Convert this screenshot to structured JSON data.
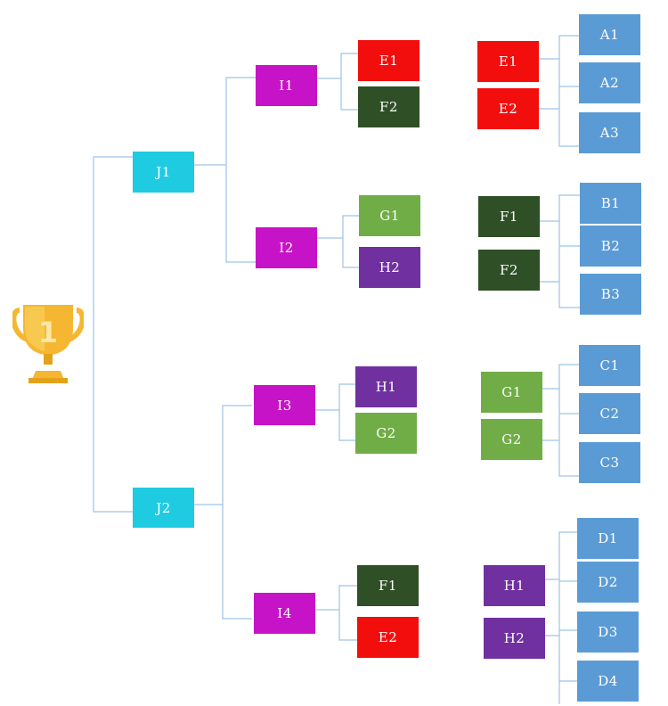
{
  "colors": {
    "blue": "#5b9bd5",
    "cyan": "#1ecbe1",
    "magenta": "#c713c7",
    "red": "#f30e0e",
    "dark_green": "#2f4f26",
    "light_green": "#70ad47",
    "purple": "#7030a0",
    "connector": "#9dc3e6",
    "trophy_gold": "#f5b731"
  },
  "trophy": {
    "icon": "trophy-icon",
    "number": "1"
  },
  "final": {
    "j1": "J1",
    "j2": "J2"
  },
  "semis": {
    "i1": "I1",
    "i2": "I2",
    "i3": "I3",
    "i4": "I4"
  },
  "quarters": {
    "i1": [
      "E1",
      "F2"
    ],
    "i2": [
      "G1",
      "H2"
    ],
    "i3": [
      "H1",
      "G2"
    ],
    "i4": [
      "F1",
      "E2"
    ]
  },
  "groups": {
    "e": {
      "winners": [
        "E1",
        "E2"
      ],
      "teams": [
        "A1",
        "A2",
        "A3"
      ]
    },
    "f": {
      "winners": [
        "F1",
        "F2"
      ],
      "teams": [
        "B1",
        "B2",
        "B3"
      ]
    },
    "g": {
      "winners": [
        "G1",
        "G2"
      ],
      "teams": [
        "C1",
        "C2",
        "C3"
      ]
    },
    "h": {
      "winners": [
        "H1",
        "H2"
      ],
      "teams": [
        "D1",
        "D2",
        "D3",
        "D4"
      ]
    }
  }
}
